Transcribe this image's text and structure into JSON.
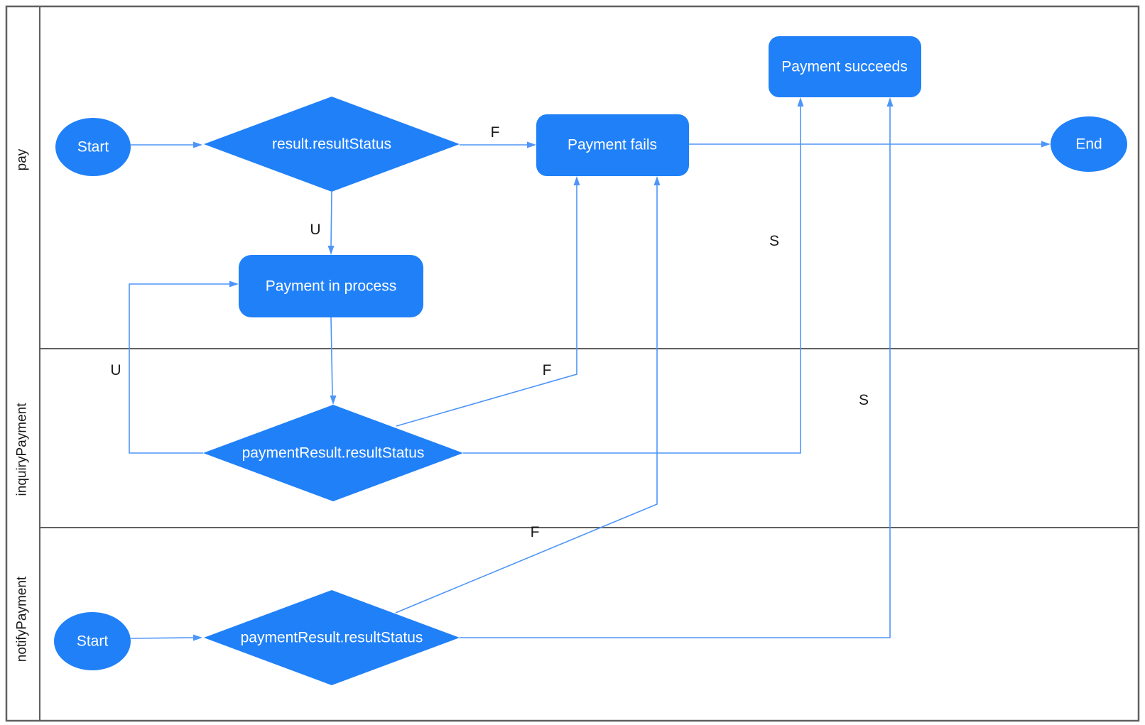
{
  "diagram": {
    "type": "swimlane-flowchart",
    "lanes": [
      {
        "id": "pay",
        "label": "pay"
      },
      {
        "id": "inquiryPayment",
        "label": "inquiryPayment"
      },
      {
        "id": "notifyPayment",
        "label": "notifyPayment"
      }
    ],
    "nodes": {
      "pay_start": {
        "label": "Start",
        "shape": "ellipse",
        "lane": "pay"
      },
      "pay_decision": {
        "label": "result.resultStatus",
        "shape": "diamond",
        "lane": "pay"
      },
      "payment_fails": {
        "label": "Payment fails",
        "shape": "rounded-rect",
        "lane": "pay"
      },
      "payment_succeeds": {
        "label": "Payment succeeds",
        "shape": "rounded-rect",
        "lane": "pay"
      },
      "pay_end": {
        "label": "End",
        "shape": "ellipse",
        "lane": "pay"
      },
      "payment_in_process": {
        "label": "Payment in process",
        "shape": "rounded-rect",
        "lane": "pay"
      },
      "inquiry_decision": {
        "label": "paymentResult.resultStatus",
        "shape": "diamond",
        "lane": "inquiryPayment"
      },
      "notify_start": {
        "label": "Start",
        "shape": "ellipse",
        "lane": "notifyPayment"
      },
      "notify_decision": {
        "label": "paymentResult.resultStatus",
        "shape": "diamond",
        "lane": "notifyPayment"
      }
    },
    "edges": [
      {
        "from": "pay_start",
        "to": "pay_decision",
        "label": ""
      },
      {
        "from": "pay_decision",
        "to": "payment_fails",
        "label": "F"
      },
      {
        "from": "payment_fails",
        "to": "pay_end",
        "label": ""
      },
      {
        "from": "pay_decision",
        "to": "payment_in_process",
        "label": "U"
      },
      {
        "from": "payment_in_process",
        "to": "inquiry_decision",
        "label": ""
      },
      {
        "from": "inquiry_decision",
        "to": "payment_in_process",
        "label": "U"
      },
      {
        "from": "inquiry_decision",
        "to": "payment_fails",
        "label": "F"
      },
      {
        "from": "inquiry_decision",
        "to": "payment_succeeds",
        "label": "S"
      },
      {
        "from": "notify_start",
        "to": "notify_decision",
        "label": ""
      },
      {
        "from": "notify_decision",
        "to": "payment_fails",
        "label": "F"
      },
      {
        "from": "notify_decision",
        "to": "payment_succeeds",
        "label": "S"
      }
    ],
    "colors": {
      "node_fill": "#2080F8",
      "edge": "#4E95F8",
      "lane_border": "#606060",
      "node_text": "#FFFFFF",
      "label_text": "#1A1A1A"
    }
  }
}
